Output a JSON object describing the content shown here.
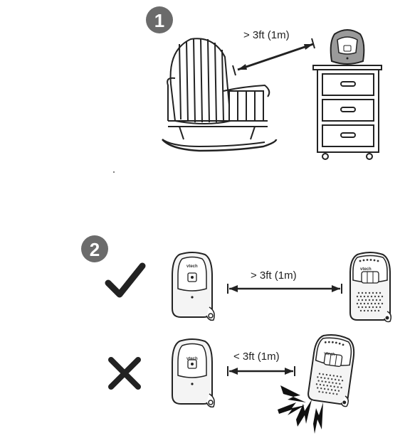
{
  "step1": {
    "number": "1",
    "distance_label": "> 3ft (1m)"
  },
  "step2": {
    "number": "2",
    "ok_row": {
      "distance_label": "> 3ft (1m)",
      "status_icon": "check-mark-icon"
    },
    "bad_row": {
      "distance_label": "< 3ft (1m)",
      "status_icon": "cross-mark-icon"
    }
  },
  "device_brand": "vtech",
  "colors": {
    "line": "#222222",
    "badge": "#6b6b6b",
    "device_fill": "#f4f4f4"
  }
}
